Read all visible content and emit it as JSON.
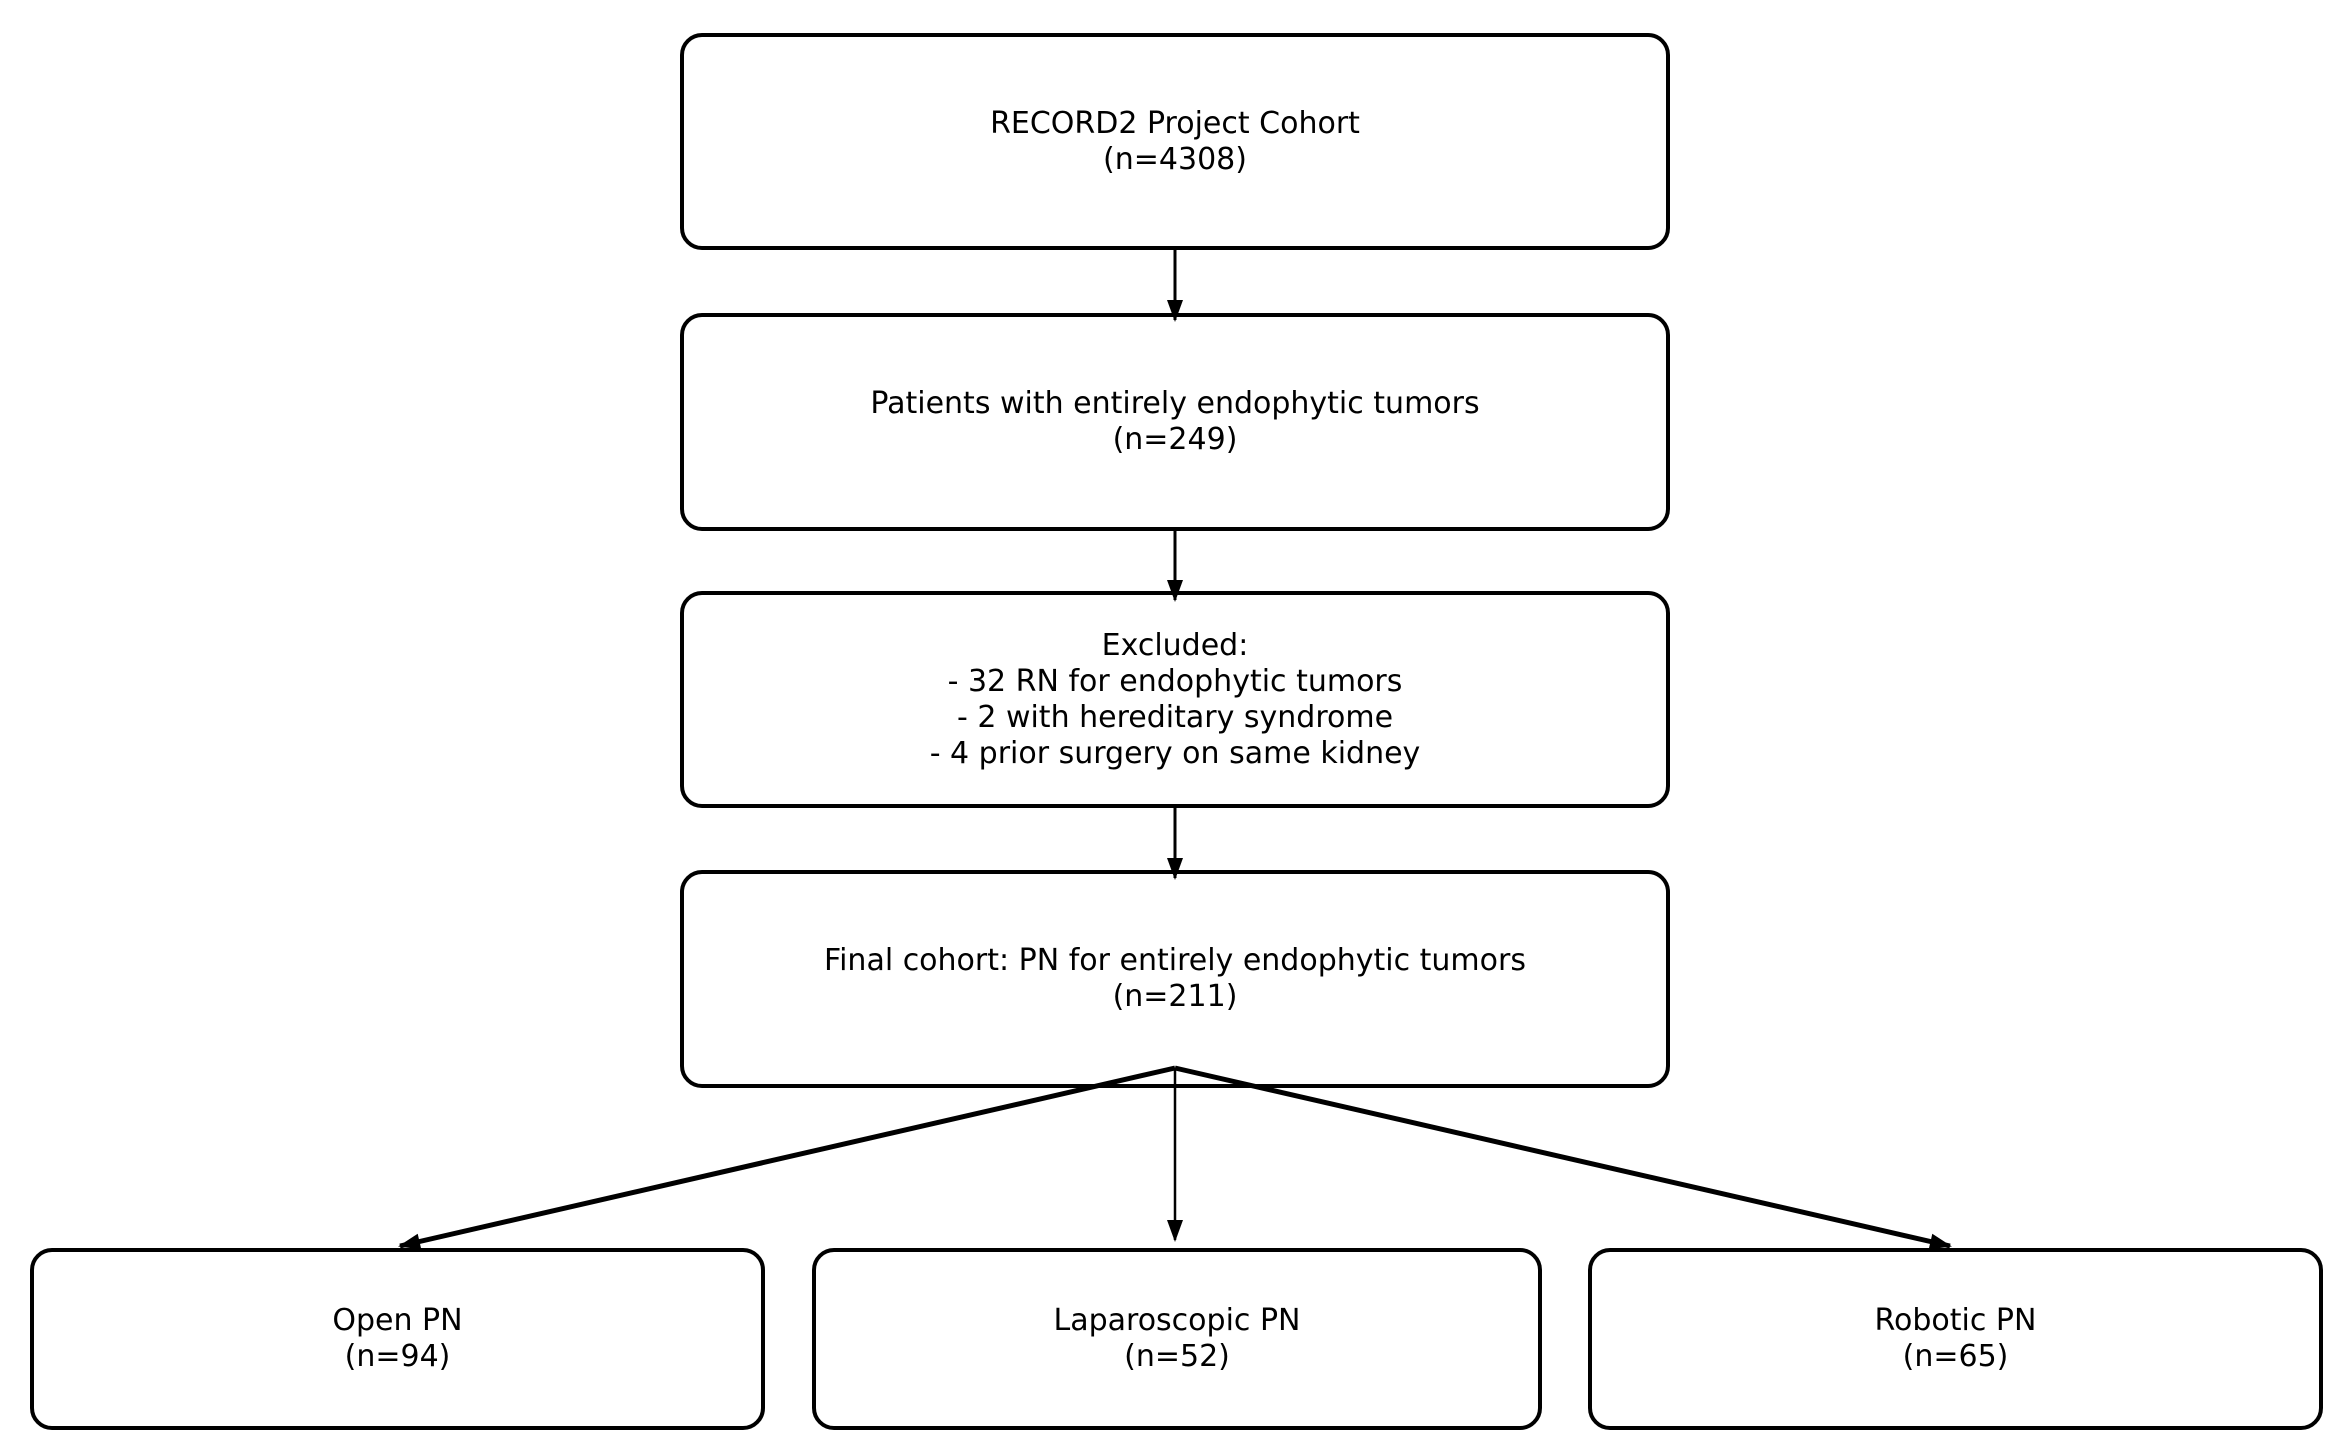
{
  "flow": {
    "background_color": "#ffffff",
    "line_color": "#000000",
    "nodes": [
      {
        "id": "record2-cohort",
        "lines": [
          "RECORD2 Project Cohort",
          "(n=4308)"
        ]
      },
      {
        "id": "endophytic",
        "lines": [
          "Patients with entirely endophytic tumors",
          "(n=249)"
        ]
      },
      {
        "id": "excluded",
        "lines": [
          "Excluded:",
          "- 32 RN for endophytic tumors",
          "- 2 with hereditary syndrome",
          "- 4 prior surgery on same kidney"
        ]
      },
      {
        "id": "final-cohort",
        "lines": [
          "Final cohort: PN for entirely endophytic tumors",
          "(n=211)"
        ]
      },
      {
        "id": "open-pn",
        "lines": [
          "Open PN",
          "(n=94)"
        ]
      },
      {
        "id": "laparoscopic-pn",
        "lines": [
          "Laparoscopic PN",
          "(n=52)"
        ]
      },
      {
        "id": "robotic-pn",
        "lines": [
          "Robotic PN",
          "(n=65)"
        ]
      }
    ],
    "edges": [
      {
        "from": "record2-cohort",
        "to": "endophytic"
      },
      {
        "from": "endophytic",
        "to": "excluded"
      },
      {
        "from": "excluded",
        "to": "final-cohort"
      },
      {
        "from": "final-cohort",
        "to": "open-pn"
      },
      {
        "from": "final-cohort",
        "to": "laparoscopic-pn"
      },
      {
        "from": "final-cohort",
        "to": "robotic-pn"
      }
    ]
  }
}
